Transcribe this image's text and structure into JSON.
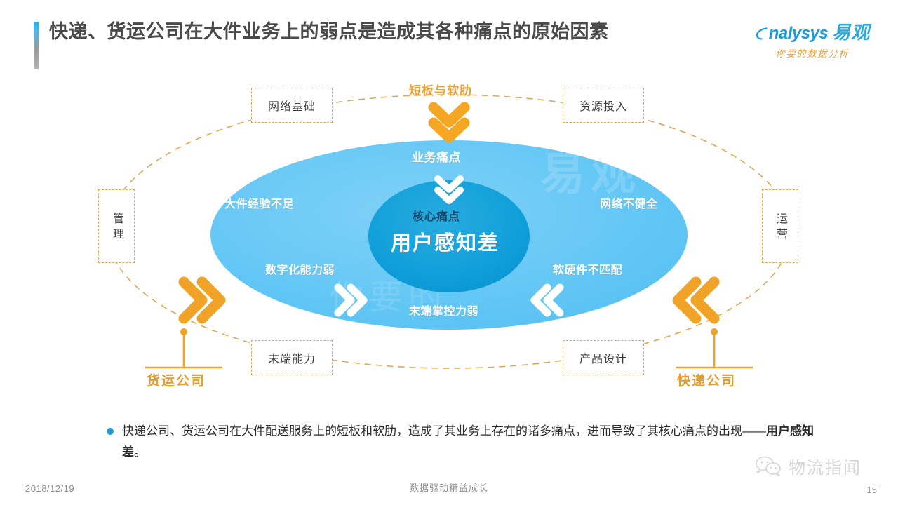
{
  "header": {
    "title": "快递、货运公司在大件业务上的弱点是造成其各种痛点的原始因素",
    "accent_color": "#2aa8e0"
  },
  "logo": {
    "brand_latin": "nalysys",
    "brand_cn": "易观",
    "tagline": "你要的数据分析",
    "brand_color": "#1c9ad6",
    "tagline_color": "#e8a33d"
  },
  "diagram": {
    "top_connector_label": "短板与软肋",
    "outer_ellipse": {
      "title": "业务痛点",
      "fill": "#62c6f5",
      "labels": [
        "大件经验不足",
        "网络不健全",
        "数字化能力弱",
        "软硬件不匹配",
        "末端掌控力弱"
      ],
      "watermark": "易观"
    },
    "inner_ellipse": {
      "eyebrow": "核心痛点",
      "headline": "用户感知差",
      "fill": "#12a0db",
      "eyebrow_color": "#17476b"
    },
    "factor_boxes": [
      {
        "label": "网络基础",
        "orientation": "horizontal"
      },
      {
        "label": "资源投入",
        "orientation": "horizontal"
      },
      {
        "label": "管理",
        "orientation": "vertical"
      },
      {
        "label": "运营",
        "orientation": "vertical"
      },
      {
        "label": "末端能力",
        "orientation": "horizontal"
      },
      {
        "label": "产品设计",
        "orientation": "horizontal"
      }
    ],
    "actors": [
      {
        "label": "货运公司",
        "side": "left"
      },
      {
        "label": "快递公司",
        "side": "right"
      }
    ],
    "accent_orange": "#f0a326",
    "dash_color": "#e0a955"
  },
  "bullet": {
    "text_before": "快递公司、货运公司在大件配送服务上的短板和软肋，造成了其业务上存在的诸多痛点，进而导致了其核心痛点的出现——",
    "text_bold": "用户感知差",
    "text_after": "。"
  },
  "footer": {
    "date": "2018/12/19",
    "center": "数据驱动精益成长",
    "page": "15",
    "watermark_account": "物流指闻"
  }
}
